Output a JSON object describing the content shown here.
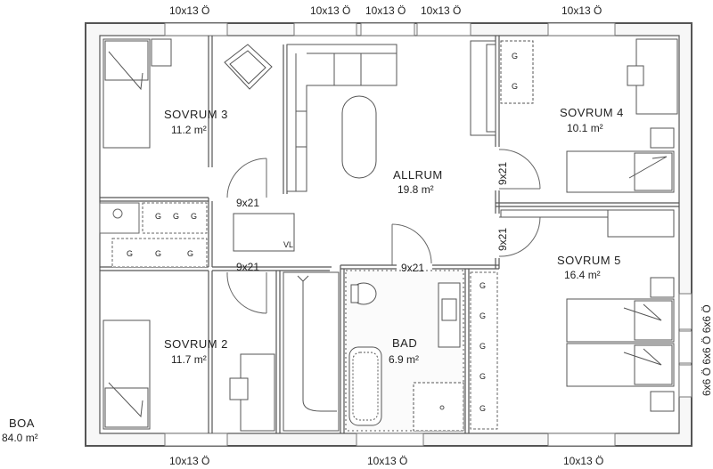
{
  "rooms": {
    "sovrum3": {
      "name": "SOVRUM  3",
      "area": "11.2 m²"
    },
    "sovrum4": {
      "name": "SOVRUM  4",
      "area": "10.1 m²"
    },
    "allrum": {
      "name": "ALLRUM",
      "area": "19.8 m²"
    },
    "sovrum5": {
      "name": "SOVRUM  5",
      "area": "16.4 m²"
    },
    "sovrum2": {
      "name": "SOVRUM 2",
      "area": "11.7 m²"
    },
    "bad": {
      "name": "BAD",
      "area": "6.9 m²"
    }
  },
  "windows": {
    "top_1": "10x13 Ö",
    "top_2": "10x13 Ö",
    "top_3": "10x13 Ö",
    "top_4": "10x13 Ö",
    "top_5": "10x13 Ö",
    "bottom_1": "10x13 Ö",
    "bottom_2": "10x13 Ö",
    "bottom_3": "10x13 Ö",
    "right_side": "6x6 Ö 6x6 Ö 6x6 Ö"
  },
  "doors": {
    "d_sovrum3": "9x21",
    "d_sovrum2": "9x21",
    "d_bad": "9x21",
    "d_sovrum4": "9x21",
    "d_sovrum5": "9x21"
  },
  "fixtures": {
    "ventilation": "VL",
    "wardrobe_mark": "G",
    "small_mark": "G"
  },
  "summary": {
    "boa_label": "BOA",
    "boa_value": "84.0 m²"
  }
}
